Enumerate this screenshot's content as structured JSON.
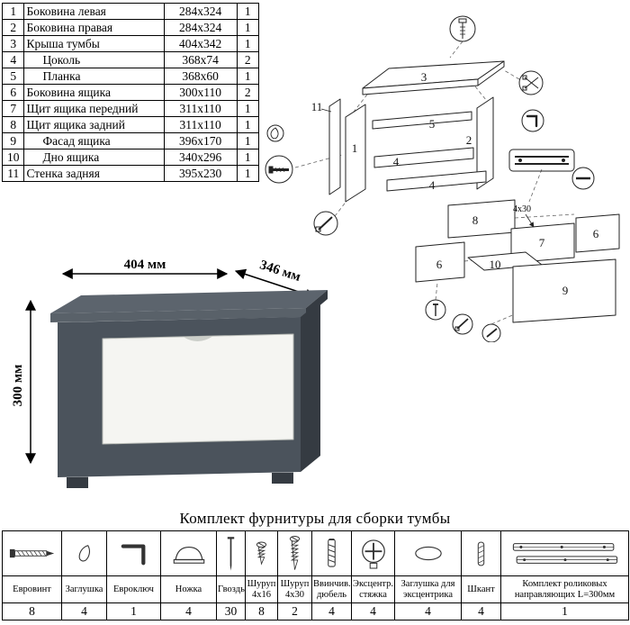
{
  "parts_table": {
    "rows": [
      {
        "num": "1",
        "name": "Боковина левая",
        "size": "284x324",
        "qty": "1",
        "indent": false
      },
      {
        "num": "2",
        "name": "Боковина правая",
        "size": "284x324",
        "qty": "1",
        "indent": false
      },
      {
        "num": "3",
        "name": "Крыша тумбы",
        "size": "404x342",
        "qty": "1",
        "indent": false
      },
      {
        "num": "4",
        "name": "Цоколь",
        "size": "368x74",
        "qty": "2",
        "indent": true
      },
      {
        "num": "5",
        "name": "Планка",
        "size": "368x60",
        "qty": "1",
        "indent": true
      },
      {
        "num": "6",
        "name": "Боковина ящика",
        "size": "300x110",
        "qty": "2",
        "indent": false
      },
      {
        "num": "7",
        "name": "Щит ящика передний",
        "size": "311x110",
        "qty": "1",
        "indent": false
      },
      {
        "num": "8",
        "name": "Щит ящика задний",
        "size": "311x110",
        "qty": "1",
        "indent": false
      },
      {
        "num": "9",
        "name": "Фасад ящика",
        "size": "396x170",
        "qty": "1",
        "indent": true
      },
      {
        "num": "10",
        "name": "Дно ящика",
        "size": "340x296",
        "qty": "1",
        "indent": true
      },
      {
        "num": "11",
        "name": "Стенка задняя",
        "size": "395x230",
        "qty": "1",
        "indent": false
      }
    ]
  },
  "dimensions": {
    "width": "404 мм",
    "depth": "346 мм",
    "height": "300 мм"
  },
  "diagram": {
    "labels": {
      "p1": "1",
      "p2": "2",
      "p3": "3",
      "p4a": "4",
      "p4b": "4",
      "p5": "5",
      "p6a": "6",
      "p6b": "6",
      "p7": "7",
      "p8": "8",
      "p9": "9",
      "p10": "10",
      "p11": "11"
    },
    "annotation": "4x30"
  },
  "colors": {
    "cabinet_top": "#5c646d",
    "cabinet_top_edge": "#596169",
    "cabinet_front": "#4b535c",
    "cabinet_side": "#353b42",
    "drawer_front": "#f5f5f2",
    "line": "#1a1a1a"
  },
  "hardware": {
    "title": "Комплект фурнитуры для сборки тумбы",
    "items": [
      {
        "name": "Евровинт",
        "qty": "8",
        "icon": "euroscrew-icon"
      },
      {
        "name": "Заглушка",
        "qty": "4",
        "icon": "plug-icon"
      },
      {
        "name": "Евроключ",
        "qty": "1",
        "icon": "hexkey-icon"
      },
      {
        "name": "Ножка",
        "qty": "4",
        "icon": "foot-icon"
      },
      {
        "name": "Гвоздь",
        "qty": "30",
        "icon": "nail-icon"
      },
      {
        "name": "Шуруп 4x16",
        "qty": "8",
        "icon": "screw-small-icon"
      },
      {
        "name": "Шуруп 4x30",
        "qty": "2",
        "icon": "screw-large-icon"
      },
      {
        "name": "Ввинчив. дюбель",
        "qty": "4",
        "icon": "threaded-dowel-icon"
      },
      {
        "name": "Эксцентр. стяжка",
        "qty": "4",
        "icon": "cam-lock-icon"
      },
      {
        "name": "Заглушка для эксцентрика",
        "qty": "4",
        "icon": "cam-cap-icon"
      },
      {
        "name": "Шкант",
        "qty": "4",
        "icon": "dowel-icon"
      },
      {
        "name": "Комплект роликовых направляющих L=300мм",
        "qty": "1",
        "icon": "drawer-slides-icon"
      }
    ]
  }
}
